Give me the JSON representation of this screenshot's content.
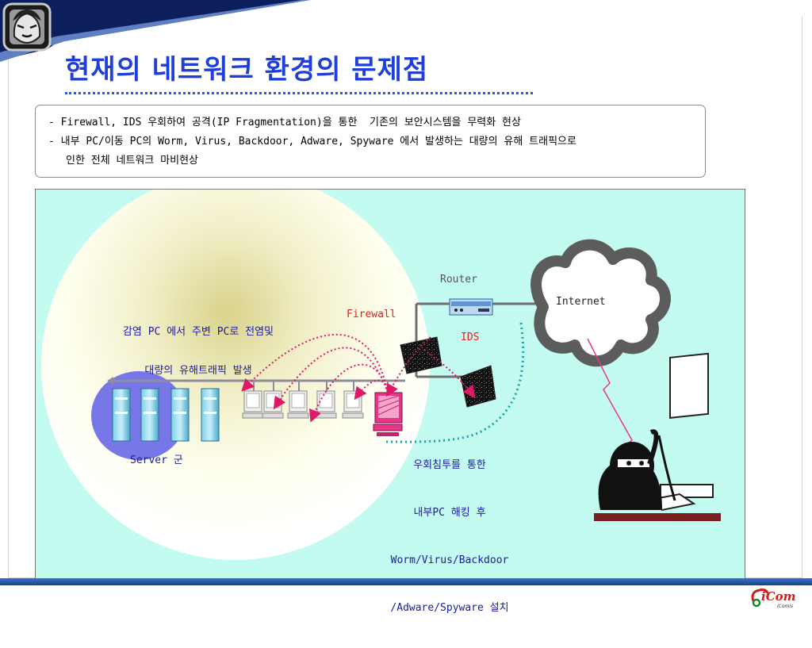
{
  "slide": {
    "title": "현재의 네트워크 환경의 문제점",
    "bullets": [
      "- Firewall, IDS 우회하여 공격(IP Fragmentation)을 통한  기존의 보안시스템을 무력화 현상",
      "- 내부 PC/이동 PC의 Worm, Virus, Backdoor, Adware, Spyware 에서 발생하는 대량의 유해 트래픽으로",
      "인한 전체 네트워크 마비현상"
    ]
  },
  "diagram": {
    "infection_note": [
      "감염 PC 에서 주변 PC로 전염및",
      "대량의 유해트래픽 발생"
    ],
    "server_group": "Server 군",
    "firewall": "Firewall",
    "router": "Router",
    "ids": "IDS",
    "internet": "Internet",
    "bypass_note": [
      "우회침투를 통한",
      "내부PC 해킹 후",
      "Worm/Virus/Backdoor",
      "/Adware/Spyware 설치"
    ],
    "colors": {
      "panel_bg": "#c4fbf1",
      "title": "#1f3fd9",
      "note_text": "#1a1aa0",
      "firewall_text": "#e02020",
      "server_ellipse": "#7777e8",
      "infect_arrows": "#e0186a",
      "attack_path": "#12a6a6"
    },
    "icons": [
      "server-icon",
      "pc-icon",
      "firewall-icon",
      "router-icon",
      "ids-icon",
      "cloud-icon",
      "hacker-icon"
    ]
  },
  "branding": {
    "logo": "iCom",
    "sub": "iComis"
  }
}
